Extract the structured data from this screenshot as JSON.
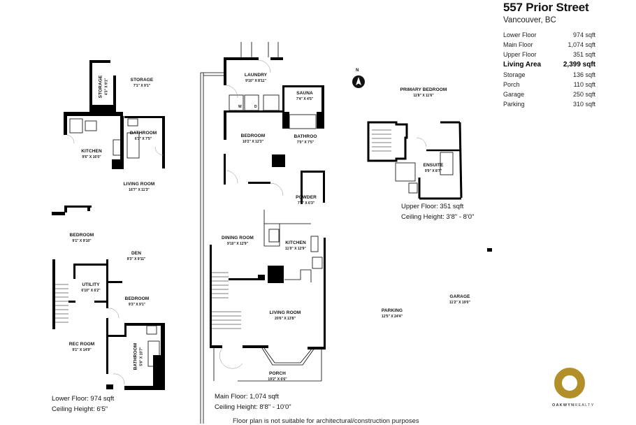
{
  "header": {
    "address": "557 Prior Street",
    "city": "Vancouver, BC"
  },
  "areas": [
    {
      "label": "Lower Floor",
      "value": "974 sqft",
      "bold": false
    },
    {
      "label": "Main Floor",
      "value": "1,074 sqft",
      "bold": false
    },
    {
      "label": "Upper Floor",
      "value": "351 sqft",
      "bold": false
    },
    {
      "label": "Living Area",
      "value": "2,399 sqft",
      "bold": true
    },
    {
      "label": "Storage",
      "value": "136 sqft",
      "bold": false
    },
    {
      "label": "Porch",
      "value": "110 sqft",
      "bold": false
    },
    {
      "label": "Garage",
      "value": "250 sqft",
      "bold": false
    },
    {
      "label": "Parking",
      "value": "310 sqft",
      "bold": false
    }
  ],
  "compass": {
    "label": "N"
  },
  "floors": {
    "lower": {
      "caption_area": "Lower Floor: 974 sqft",
      "caption_ceiling": "Ceiling Height: 6'5\"",
      "rooms": [
        {
          "name": "STORAGE",
          "dims": "4'3\" X 9'1\""
        },
        {
          "name": "STORAGE",
          "dims": "7'1\" X 9'1\""
        },
        {
          "name": "BATHROOM",
          "dims": "6'3\" X 7'5\""
        },
        {
          "name": "KITCHEN",
          "dims": "9'6\" X 16'0\""
        },
        {
          "name": "LIVING ROOM",
          "dims": "16'7\" X 11'3\""
        },
        {
          "name": "BEDROOM",
          "dims": "9'1\" X 9'10\""
        },
        {
          "name": "DEN",
          "dims": "9'3\" X 9'11\""
        },
        {
          "name": "UTILITY",
          "dims": "6'10\" X 6'2\""
        },
        {
          "name": "BEDROOM",
          "dims": "9'3\" X 9'1\""
        },
        {
          "name": "REC ROOM",
          "dims": "9'1\" X 14'9\""
        },
        {
          "name": "BATHROOM",
          "dims": "5'6\" X 10'7\""
        }
      ]
    },
    "main": {
      "caption_area": "Main Floor: 1,074 sqft",
      "caption_ceiling": "Ceiling Height: 8'8\" - 10'0\"",
      "rooms": [
        {
          "name": "LAUNDRY",
          "dims": "9'10\" X 8'11\""
        },
        {
          "name": "SAUNA",
          "dims": "7'4\" X 4'5\""
        },
        {
          "name": "BEDROOM",
          "dims": "10'2\" X 12'3\""
        },
        {
          "name": "BATHROO",
          "dims": "7'0\" X 7'5\""
        },
        {
          "name": "POWDER",
          "dims": "7'0\" X 6'3\""
        },
        {
          "name": "DINING ROOM",
          "dims": "9'10\" X 12'9\""
        },
        {
          "name": "KITCHEN",
          "dims": "11'0\" X 12'9\""
        },
        {
          "name": "LIVING ROOM",
          "dims": "20'6\" X 13'8\""
        },
        {
          "name": "PORCH",
          "dims": "19'2\" X 6'6\""
        }
      ],
      "appliance_labels": {
        "washer": "W",
        "dryer": "D"
      }
    },
    "upper": {
      "caption_area": "Upper Floor: 351 sqft",
      "caption_ceiling": "Ceiling Height: 3'8\" - 8'0\"",
      "rooms": [
        {
          "name": "PRIMARY BEDROOM",
          "dims": "11'8\" X 11'6\""
        },
        {
          "name": "ENSUITE",
          "dims": "9'9\" X 8'7\""
        }
      ]
    },
    "exterior": {
      "rooms": [
        {
          "name": "GARAGE",
          "dims": "11'2\" X 19'0\""
        },
        {
          "name": "PARKING",
          "dims": "12'5\" X 24'4\""
        }
      ]
    }
  },
  "footer": {
    "disclaimer": "Floor plan is not suitable for architectural/construction purposes"
  },
  "logo": {
    "brand_bold": "OAKWYN",
    "brand_light": "REALTY",
    "color": "#B38F2A"
  }
}
